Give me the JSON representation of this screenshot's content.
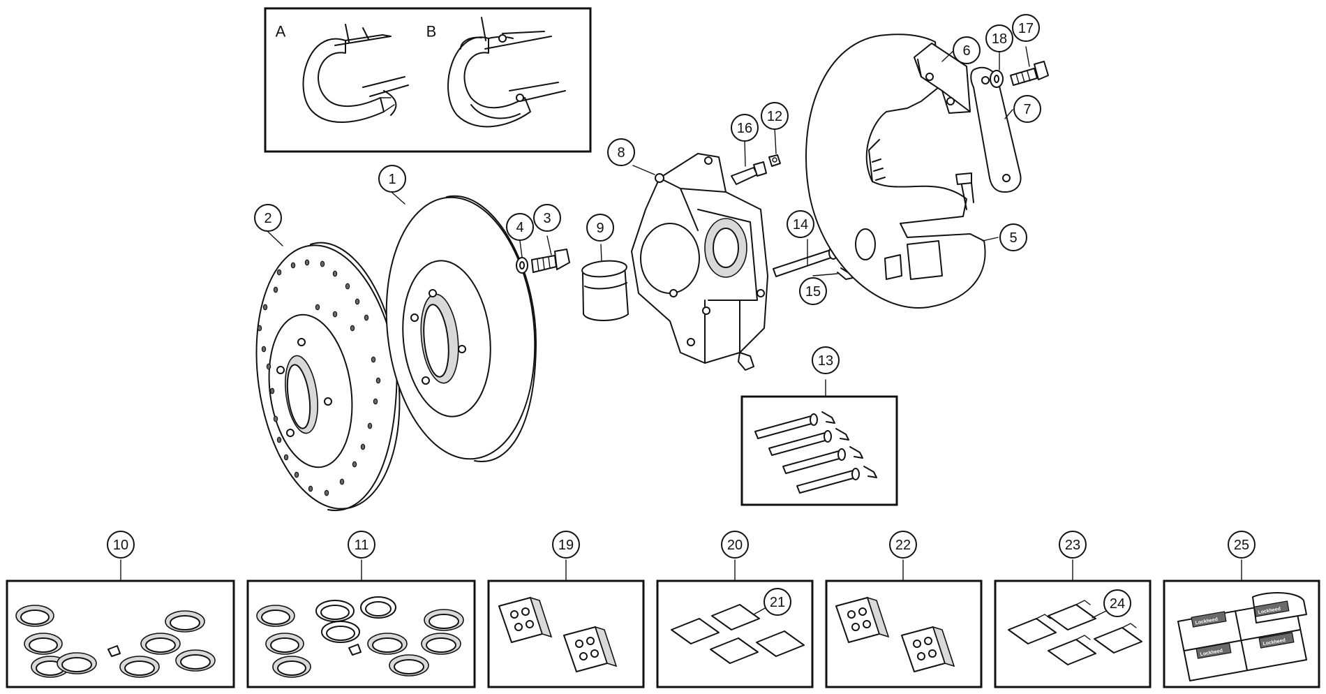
{
  "inset_labels": [
    "A",
    "B"
  ],
  "callouts": [
    {
      "id": "c1",
      "label": "1"
    },
    {
      "id": "c2",
      "label": "2"
    },
    {
      "id": "c3",
      "label": "3"
    },
    {
      "id": "c4",
      "label": "4"
    },
    {
      "id": "c5",
      "label": "5"
    },
    {
      "id": "c6",
      "label": "6"
    },
    {
      "id": "c7",
      "label": "7"
    },
    {
      "id": "c8",
      "label": "8"
    },
    {
      "id": "c9",
      "label": "9"
    },
    {
      "id": "c10",
      "label": "10"
    },
    {
      "id": "c11",
      "label": "11"
    },
    {
      "id": "c12",
      "label": "12"
    },
    {
      "id": "c13",
      "label": "13"
    },
    {
      "id": "c14",
      "label": "14"
    },
    {
      "id": "c15",
      "label": "15"
    },
    {
      "id": "c16",
      "label": "16"
    },
    {
      "id": "c17",
      "label": "17"
    },
    {
      "id": "c18",
      "label": "18"
    },
    {
      "id": "c19",
      "label": "19"
    },
    {
      "id": "c20",
      "label": "20"
    },
    {
      "id": "c21",
      "label": "21"
    },
    {
      "id": "c22",
      "label": "22"
    },
    {
      "id": "c23",
      "label": "23"
    },
    {
      "id": "c24",
      "label": "24"
    },
    {
      "id": "c25",
      "label": "25"
    }
  ],
  "box_labels": [
    "Lockheed",
    "Lockheed",
    "Lockheed",
    "Lockheed"
  ]
}
